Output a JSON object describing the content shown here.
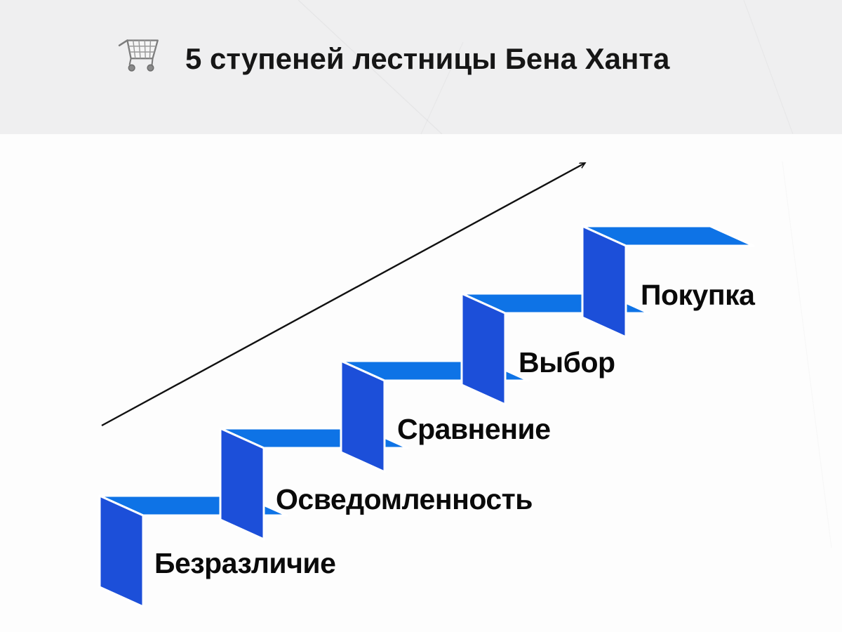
{
  "header": {
    "title": "5 ступеней лестницы Бена Ханта",
    "icon": "shopping-cart"
  },
  "diagram": {
    "name": "Ben Hunt awareness ladder",
    "steps": [
      {
        "index": 1,
        "label": "Безразличие"
      },
      {
        "index": 2,
        "label": "Осведомленность"
      },
      {
        "index": 3,
        "label": "Сравнение"
      },
      {
        "index": 4,
        "label": "Выбор"
      },
      {
        "index": 5,
        "label": "Покупка"
      }
    ],
    "colors": {
      "tread": "#0e73e6",
      "riser": "#1c4fd9",
      "arrow": "#111111",
      "outline": "#ffffff",
      "header_band": "#efeff0",
      "text": "#0a0a0a"
    }
  }
}
